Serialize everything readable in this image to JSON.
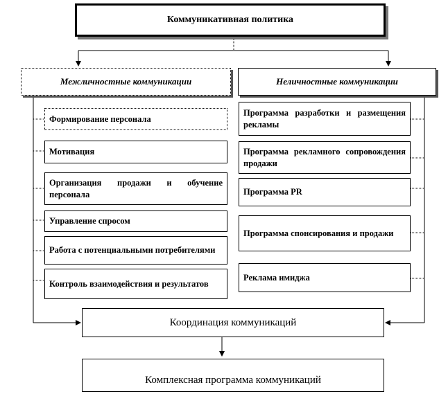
{
  "title": "Коммуникативная политика",
  "left_header": "Межличностные коммуникации",
  "right_header": "Неличностные коммуникации",
  "left_items": [
    "Формирование персонала",
    "Мотивация",
    "Организация продажи и обучение персонала",
    "Управление спросом",
    "Работа с потенциальными потребителями",
    "Контроль взаимодействия и результатов"
  ],
  "right_items": [
    "Программа разработки и размещения рекламы",
    "Программа рекламного сопровождения продажи",
    "Программа PR",
    "Программа спонсирования и продажи",
    "Реклама имиджа"
  ],
  "coordination": "Координация коммуникаций",
  "complex_program": "Комплексная программа коммуникаций"
}
